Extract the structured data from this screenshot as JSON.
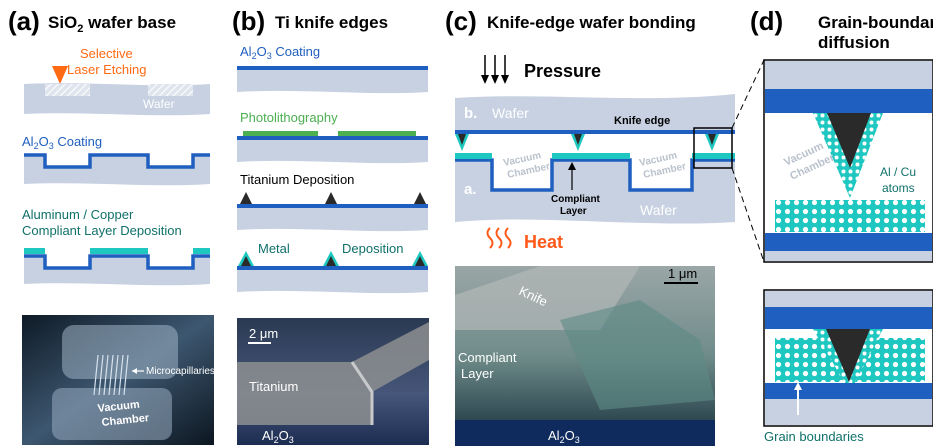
{
  "panel_a": {
    "letter": "(a)",
    "title_pre": "SiO",
    "title_sub": "2",
    "title_post": " wafer base",
    "laser_line1": "Selective",
    "laser_line2": "Laser Etching",
    "wafer_label": "Wafer",
    "coating_pre": "Al",
    "coating_sub1": "2",
    "coating_mid": "O",
    "coating_sub2": "3",
    "coating_post": " Coating",
    "compliant_line1": "Aluminum / Copper",
    "compliant_line2": "Compliant   Layer Deposition",
    "photo_label1": "Microcapillaries",
    "photo_label2a": "Vacuum",
    "photo_label2b": "Chamber"
  },
  "panel_b": {
    "letter": "(b)",
    "title": "Ti knife edges",
    "coating_pre": "Al",
    "coating_sub1": "2",
    "coating_mid": "O",
    "coating_sub2": "3",
    "coating_post": " Coating",
    "photolitho": "Photolithography",
    "ti_dep": "Titanium Deposition",
    "metal": "Metal",
    "deposition": "Deposition",
    "scale": "2 μm",
    "sem_label1": "Titanium",
    "sem_label2_pre": "Al",
    "sem_label2_sub1": "2",
    "sem_label2_mid": "O",
    "sem_label2_sub2": "3"
  },
  "panel_c": {
    "letter": "(c)",
    "title": "Knife-edge wafer bonding",
    "pressure": "Pressure",
    "b_label": "b.",
    "wafer_top": "Wafer",
    "knife_edge": "Knife edge",
    "vac1a": "Vacuum",
    "vac1b": "Chamber",
    "vac2a": "Vacuum",
    "vac2b": "Chamber",
    "a_label": "a.",
    "compliant1": "Compliant",
    "compliant2": "Layer",
    "wafer_bottom": "Wafer",
    "heat": "Heat",
    "sem_knife": "Knife",
    "sem_scale": "1 μm",
    "sem_compliant1": "Compliant",
    "sem_compliant2": "Layer",
    "sem_al_pre": "Al",
    "sem_al_sub1": "2",
    "sem_al_mid": "O",
    "sem_al_sub2": "3"
  },
  "panel_d": {
    "letter": "(d)",
    "title1": "Grain-boundary",
    "title2": "diffusion",
    "vac_a": "Vacuum",
    "vac_b": "Chamber",
    "atoms1": "Al / Cu",
    "atoms2": "atoms",
    "grain": "Grain boundaries"
  },
  "colors": {
    "wafer": "#c7d1e1",
    "coating": "#1f5fbf",
    "photoresist": "#4caf50",
    "compliant": "#1ec8c0",
    "knife": "#2a2a2a",
    "laser": "#ff6a13",
    "heat": "#ff5a1a",
    "compliant_text": "#10706a"
  }
}
